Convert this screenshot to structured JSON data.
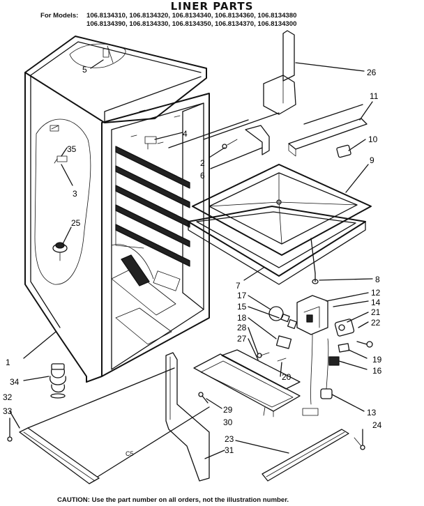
{
  "title": "LINER PARTS",
  "models": {
    "label": "For Models:",
    "row1": "106.8134310,  106.8134320,  106.8134340,  106.8134360,  106.8134380",
    "row2": "106.8134390,  106.8134330,  106.8134350,  106.8134370,  106.8134300"
  },
  "stamp": "C5",
  "caution": {
    "prefix": "CAUTION:",
    "text": "Use the part number on all orders, not the illustration number."
  },
  "callouts": {
    "c1": "1",
    "c2": "2",
    "c3": "3",
    "c4": "4",
    "c5": "5",
    "c6": "6",
    "c7": "7",
    "c8": "8",
    "c9": "9",
    "c10": "10",
    "c11": "11",
    "c12": "12",
    "c13": "13",
    "c14": "14",
    "c15": "15",
    "c16": "16",
    "c17": "17",
    "c18": "18",
    "c19": "19",
    "c20": "20",
    "c21": "21",
    "c22": "22",
    "c23": "23",
    "c24": "24",
    "c25": "25",
    "c26": "26",
    "c27": "27",
    "c28": "28",
    "c29": "29",
    "c30": "30",
    "c31": "31",
    "c32": "32",
    "c33": "33",
    "c34": "34",
    "c35": "35"
  }
}
